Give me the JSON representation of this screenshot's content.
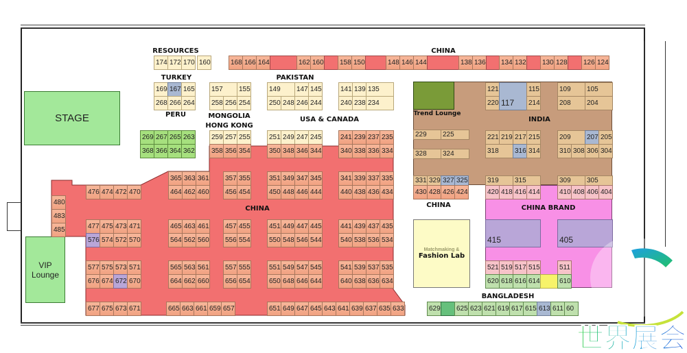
{
  "labels": {
    "resources": "RESOURCES",
    "china_top": "CHINA",
    "turkey": "TURKEY",
    "pakistan": "PAKISTAN",
    "peru": "PERU",
    "mongolia": "MONGOLIA",
    "hong_kong": "HONG KONG",
    "usa_canada": "USA & CANADA",
    "india": "INDIA",
    "trend_lounge": "Trend Lounge",
    "china_main": "CHINA",
    "china_right": "CHINA",
    "china_brand": "CHINA BRAND",
    "bangladesh": "BANGLADESH",
    "stage": "STAGE",
    "vip_lounge_1": "VIP",
    "vip_lounge_2": "Lounge",
    "matchmaking": "Matchmaking &",
    "fashion_lab": "Fashion Lab"
  },
  "logo": {
    "text": "世界展会"
  },
  "colors": {
    "china": "#f27070",
    "india": "#c79c7c",
    "china_brand": "#f890e6",
    "green_zone": "#a6e07e"
  },
  "blocks": [
    {
      "id": "res1",
      "rows": [
        [
          "174",
          "172",
          "170"
        ]
      ]
    },
    {
      "id": "res2",
      "rows": [
        [
          "160"
        ]
      ]
    },
    {
      "id": "toprow",
      "rows": [
        [
          "168",
          "166",
          "164",
          "",
          "162",
          "160",
          "",
          "158",
          "150",
          "",
          "148",
          "146",
          "144",
          "",
          "138",
          "136",
          "",
          "134",
          "132",
          "",
          "130",
          "128",
          "",
          "126",
          "124"
        ]
      ]
    },
    {
      "id": "turkey",
      "rows": [
        [
          "169",
          "167",
          "165"
        ],
        [
          "268",
          "266",
          "264"
        ]
      ]
    },
    {
      "id": "mong",
      "rows": [
        [
          "157",
          "155"
        ],
        [
          "258",
          "256",
          "254"
        ]
      ]
    },
    {
      "id": "pak",
      "rows": [
        [
          "149",
          "147",
          "145"
        ],
        [
          "250",
          "248",
          "246",
          "244"
        ]
      ]
    },
    {
      "id": "usa1",
      "rows": [
        [
          "141",
          "139",
          "135"
        ],
        [
          "240",
          "238",
          "234"
        ]
      ]
    },
    {
      "id": "peru",
      "rows": [
        [
          "269",
          "267",
          "265",
          "263"
        ],
        [
          "368",
          "366",
          "364",
          "362"
        ]
      ]
    },
    {
      "id": "hk",
      "rows": [
        [
          "259",
          "257",
          "255"
        ],
        [
          "358",
          "356",
          "354"
        ]
      ]
    },
    {
      "id": "usa2",
      "rows": [
        [
          "251",
          "249",
          "247",
          "245"
        ],
        [
          "350",
          "348",
          "346",
          "344"
        ]
      ]
    },
    {
      "id": "usa3",
      "rows": [
        [
          "241",
          "239",
          "237",
          "235"
        ],
        [
          "340",
          "338",
          "336",
          "334"
        ]
      ]
    },
    {
      "id": "c476",
      "rows": [
        [
          "476",
          "474",
          "472",
          "470"
        ]
      ]
    },
    {
      "id": "c480",
      "rows": [
        [
          "480"
        ],
        [
          "483"
        ],
        [
          "485"
        ]
      ]
    },
    {
      "id": "c365",
      "rows": [
        [
          "365",
          "363",
          "361"
        ],
        [
          "464",
          "462",
          "460"
        ]
      ]
    },
    {
      "id": "c357",
      "rows": [
        [
          "357",
          "355"
        ],
        [
          "456",
          "454"
        ]
      ]
    },
    {
      "id": "c351",
      "rows": [
        [
          "351",
          "349",
          "347",
          "345"
        ],
        [
          "450",
          "448",
          "446",
          "444"
        ]
      ]
    },
    {
      "id": "c341",
      "rows": [
        [
          "341",
          "339",
          "337",
          "335"
        ],
        [
          "440",
          "438",
          "436",
          "434"
        ]
      ]
    },
    {
      "id": "c477",
      "rows": [
        [
          "477",
          "475",
          "473",
          "471"
        ],
        [
          "576",
          "574",
          "572",
          "570"
        ]
      ]
    },
    {
      "id": "c465",
      "rows": [
        [
          "465",
          "463",
          "461"
        ],
        [
          "564",
          "562",
          "560"
        ]
      ]
    },
    {
      "id": "c457",
      "rows": [
        [
          "457",
          "455"
        ],
        [
          "556",
          "554"
        ]
      ]
    },
    {
      "id": "c451",
      "rows": [
        [
          "451",
          "449",
          "447",
          "445"
        ],
        [
          "550",
          "548",
          "546",
          "544"
        ]
      ]
    },
    {
      "id": "c441",
      "rows": [
        [
          "441",
          "439",
          "437",
          "435"
        ],
        [
          "540",
          "538",
          "536",
          "534"
        ]
      ]
    },
    {
      "id": "c577",
      "rows": [
        [
          "577",
          "575",
          "573",
          "571"
        ],
        [
          "676",
          "674",
          "672",
          "670"
        ]
      ]
    },
    {
      "id": "c565",
      "rows": [
        [
          "565",
          "563",
          "561"
        ],
        [
          "664",
          "662",
          "660"
        ]
      ]
    },
    {
      "id": "c557",
      "rows": [
        [
          "557",
          "555"
        ],
        [
          "656",
          "654"
        ]
      ]
    },
    {
      "id": "c551",
      "rows": [
        [
          "551",
          "549",
          "547",
          "545"
        ],
        [
          "650",
          "648",
          "646",
          "644"
        ]
      ]
    },
    {
      "id": "c541",
      "rows": [
        [
          "541",
          "539",
          "537",
          "535"
        ],
        [
          "640",
          "638",
          "636",
          "634"
        ]
      ]
    },
    {
      "id": "c677",
      "rows": [
        [
          "677",
          "675",
          "673",
          "671"
        ]
      ]
    },
    {
      "id": "c665",
      "rows": [
        [
          "665",
          "663",
          "661",
          "659",
          "657"
        ]
      ]
    },
    {
      "id": "c651",
      "rows": [
        [
          "651",
          "649",
          "647",
          "645",
          "643",
          "641",
          "639",
          "637",
          "635",
          "633"
        ]
      ]
    },
    {
      "id": "ind121",
      "rows": [
        [
          "121"
        ],
        [
          "220"
        ]
      ]
    },
    {
      "id": "ind117",
      "rows": [
        [
          "117"
        ]
      ]
    },
    {
      "id": "ind115",
      "rows": [
        [
          "115"
        ],
        [
          "214"
        ]
      ]
    },
    {
      "id": "ind109",
      "rows": [
        [
          "109",
          "105"
        ],
        [
          "208",
          "204"
        ]
      ]
    },
    {
      "id": "ind229",
      "rows": [
        [
          "229",
          "225"
        ]
      ]
    },
    {
      "id": "ind328",
      "rows": [
        [
          "328",
          "324"
        ]
      ]
    },
    {
      "id": "ind221",
      "rows": [
        [
          "221",
          "219",
          "217",
          "215"
        ],
        [
          "318",
          "316",
          "314"
        ]
      ]
    },
    {
      "id": "ind209",
      "rows": [
        [
          "209",
          "207",
          "205"
        ],
        [
          "310",
          "308",
          "306",
          "304"
        ]
      ]
    },
    {
      "id": "ind331",
      "rows": [
        [
          "331",
          "329",
          "327",
          "325"
        ]
      ]
    },
    {
      "id": "ind319",
      "rows": [
        [
          "319",
          "315"
        ]
      ]
    },
    {
      "id": "ind309",
      "rows": [
        [
          "309",
          "305"
        ]
      ]
    },
    {
      "id": "c430",
      "rows": [
        [
          "430",
          "428",
          "426",
          "424"
        ]
      ]
    },
    {
      "id": "br420",
      "rows": [
        [
          "420",
          "418",
          "416",
          "414"
        ]
      ]
    },
    {
      "id": "br410",
      "rows": [
        [
          "410",
          "408",
          "406",
          "404"
        ]
      ]
    },
    {
      "id": "br415",
      "rows": [
        [
          "415"
        ]
      ]
    },
    {
      "id": "br405",
      "rows": [
        [
          "405"
        ]
      ]
    },
    {
      "id": "br521",
      "rows": [
        [
          "521",
          "519",
          "517",
          "515"
        ],
        [
          "620",
          "618",
          "616",
          "614"
        ]
      ]
    },
    {
      "id": "bryel",
      "rows": [
        [
          ""
        ]
      ]
    },
    {
      "id": "br511",
      "rows": [
        [
          "511"
        ],
        [
          "610"
        ]
      ]
    },
    {
      "id": "bang",
      "rows": [
        [
          "629",
          "",
          "625",
          "623",
          "621",
          "619",
          "617",
          "615",
          "613",
          "611",
          "60"
        ]
      ]
    }
  ]
}
